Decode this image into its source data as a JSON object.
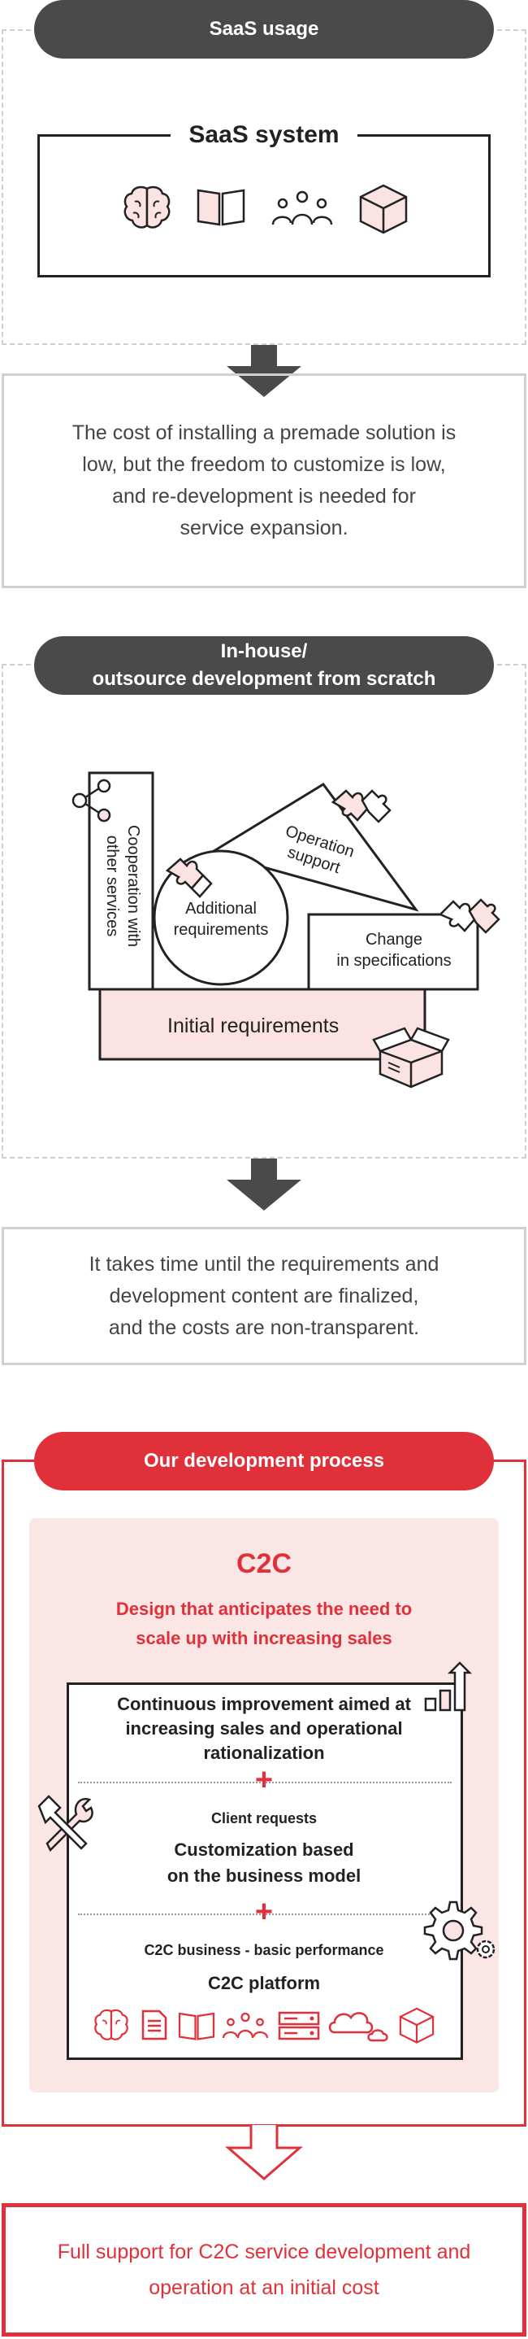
{
  "saas": {
    "pill": "SaaS usage",
    "box_title": "SaaS system",
    "icons": [
      "brain-icon",
      "book-icon",
      "people-icon",
      "cube-icon"
    ],
    "note_lines": [
      "The cost of installing a premade solution is",
      "low, but the freedom to customize is low,",
      "and re-development is needed for",
      "service expansion."
    ]
  },
  "inhouse": {
    "pill_line1": "In-house/",
    "pill_line2": "outsource development from scratch",
    "cooperation_line1": "Cooperation with",
    "cooperation_line2": "other services",
    "operation_line1": "Operation",
    "operation_line2": "support",
    "additional_line1": "Additional",
    "additional_line2": "requirements",
    "change_line1": "Change",
    "change_line2": "in specifications",
    "initial": "Initial requirements",
    "note_lines": [
      "It takes time until the requirements and",
      "development content are finalized,",
      "and the costs are non-transparent."
    ]
  },
  "ours": {
    "pill": "Our development process",
    "c2c_title": "C2C",
    "subtitle_line1": "Design that anticipates the need to",
    "subtitle_line2": "scale up with increasing sales",
    "continuous_line1": "Continuous improvement aimed at",
    "continuous_line2": "increasing sales and operational",
    "continuous_line3": "rationalization",
    "plus": "+",
    "client_requests": "Client requests",
    "custom_line1": "Customization based",
    "custom_line2": "on the business model",
    "basic_perf": "C2C business - basic performance",
    "platform": "C2C platform",
    "platform_icons": [
      "brain-icon",
      "document-icon",
      "book-icon",
      "people-icon",
      "server-icon",
      "cloud-icon",
      "cube-icon"
    ],
    "final_line1": "Full support for C2C service development and",
    "final_line2": "operation at an initial cost"
  },
  "colors": {
    "accent": "#e0313a",
    "dark": "#4a4a4a",
    "pink": "#fbe6e6",
    "tint": "#fbe3e3"
  }
}
